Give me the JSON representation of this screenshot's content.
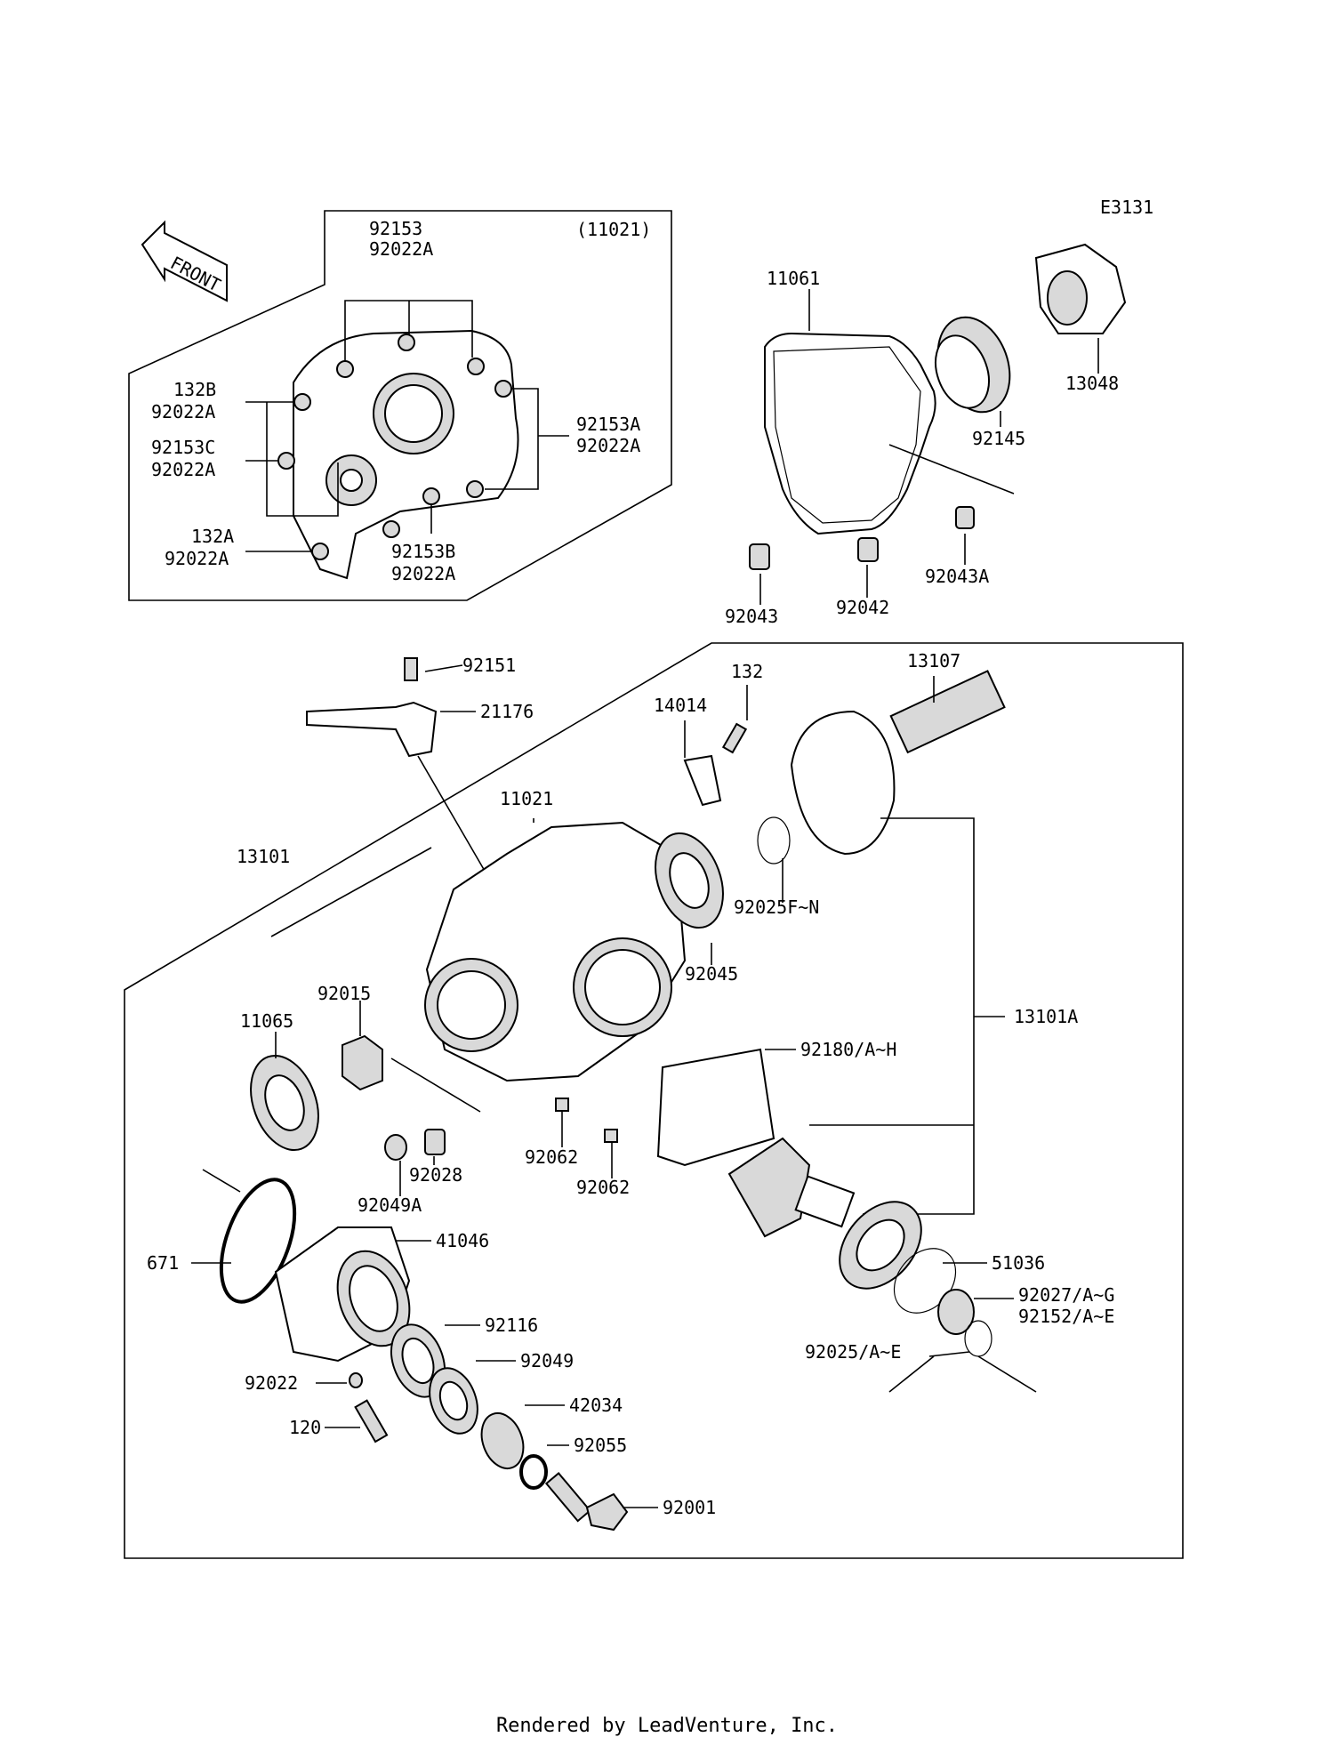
{
  "diagram_code": "E3131",
  "front_arrow_text": "FRONT",
  "inset_ref": "(11021)",
  "labels": {
    "l_92153": "92153",
    "l_92022A_top": "92022A",
    "l_132B": "132B",
    "l_92022A_132B": "92022A",
    "l_92153C": "92153C",
    "l_92022A_92153C": "92022A",
    "l_132A": "132A",
    "l_92022A_132A": "92022A",
    "l_92153A": "92153A",
    "l_92022A_92153A": "92022A",
    "l_92153B": "92153B",
    "l_92022A_92153B": "92022A",
    "l_11061": "11061",
    "l_13048": "13048",
    "l_92145": "92145",
    "l_92043A": "92043A",
    "l_92042": "92042",
    "l_92043": "92043",
    "l_92151": "92151",
    "l_21176": "21176",
    "l_132": "132",
    "l_14014": "14014",
    "l_13107": "13107",
    "l_11021": "11021",
    "l_13101": "13101",
    "l_92025FN": "92025F~N",
    "l_92045": "92045",
    "l_13101A": "13101A",
    "l_92015": "92015",
    "l_11065": "11065",
    "l_92180": "92180/A~H",
    "l_92028": "92028",
    "l_92049A": "92049A",
    "l_92062a": "92062",
    "l_92062b": "92062",
    "l_671": "671",
    "l_41046": "41046",
    "l_51036": "51036",
    "l_92027": "92027/A~G",
    "l_92152": "92152/A~E",
    "l_92025AE": "92025/A~E",
    "l_92116": "92116",
    "l_92049": "92049",
    "l_92022": "92022",
    "l_42034": "42034",
    "l_120": "120",
    "l_92055": "92055",
    "l_92001": "92001"
  },
  "footer": "Rendered by LeadVenture, Inc."
}
